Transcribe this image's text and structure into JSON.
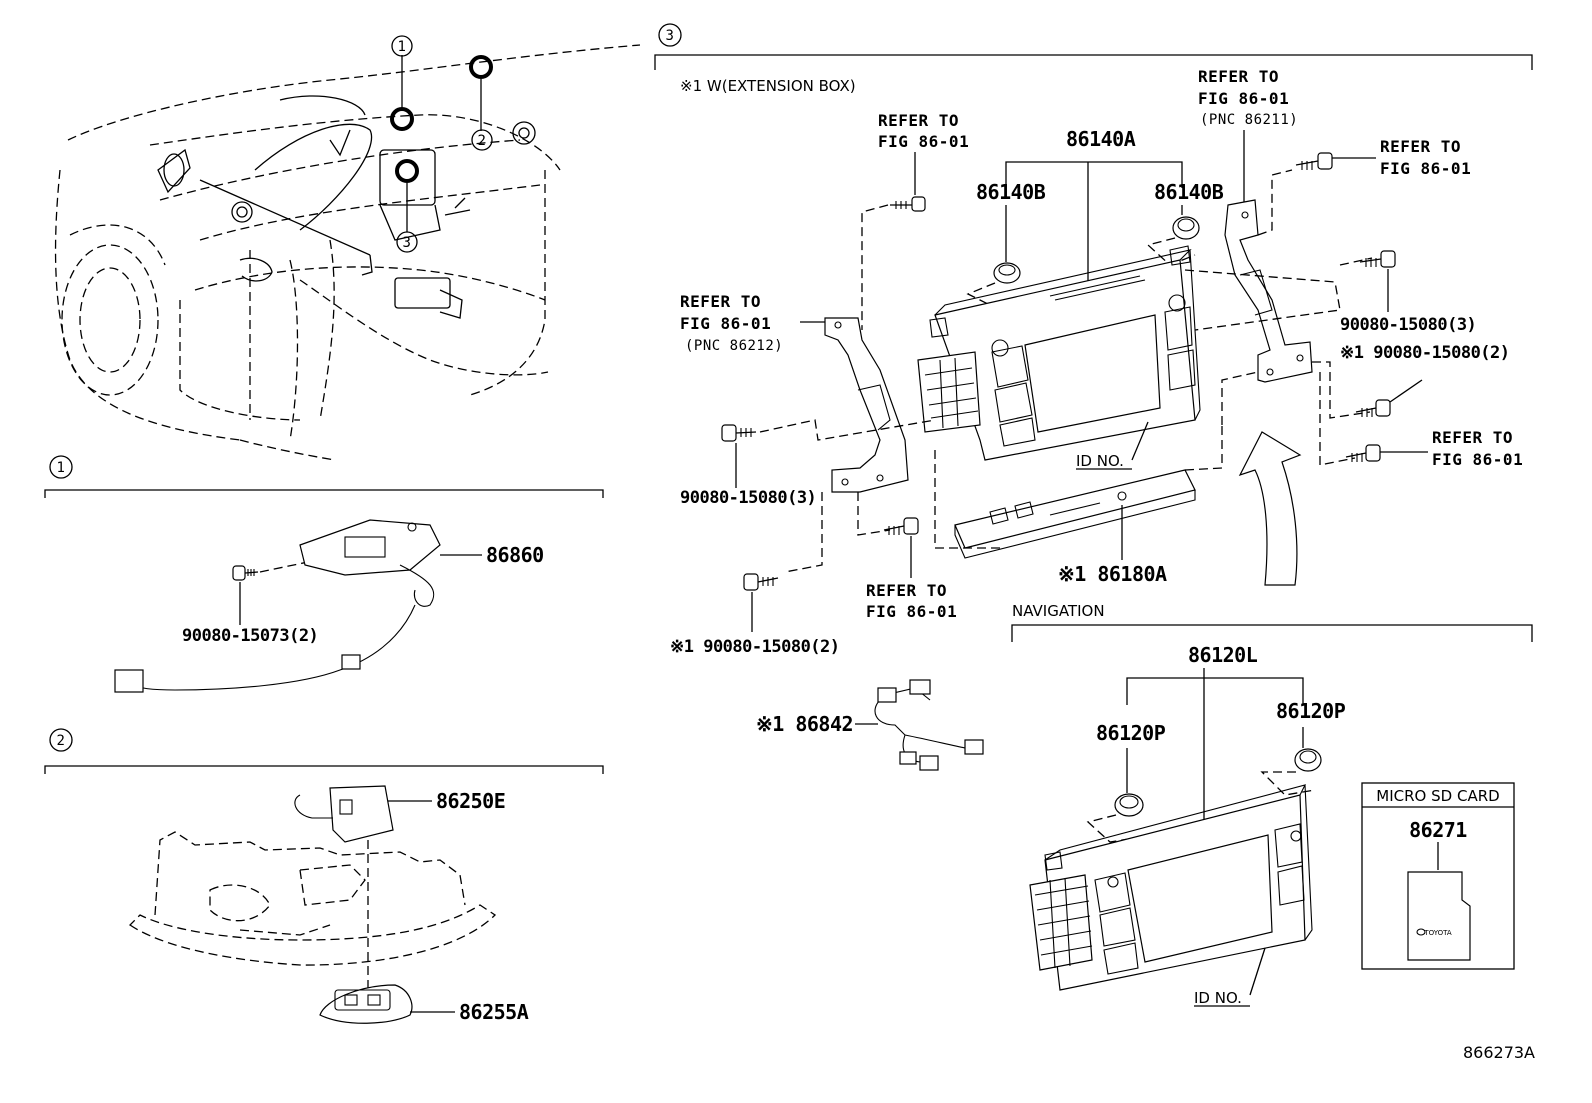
{
  "diagram_code": "866273A",
  "sections": {
    "s1": {
      "marker": "1"
    },
    "s2": {
      "marker": "2"
    },
    "s3": {
      "marker": "3",
      "note": "※1 W(EXTENSION BOX)"
    }
  },
  "overview": {
    "callouts": [
      "1",
      "2",
      "3"
    ]
  },
  "parts": {
    "p86860": "86860",
    "p90080_15073": "90080-15073(2)",
    "p86250E": "86250E",
    "p86255A": "86255A",
    "p86140A": "86140A",
    "p86140B_left": "86140B",
    "p86140B_right": "86140B",
    "p90080_15080_left": "90080-15080(3)",
    "p90080_15080_right": "90080-15080(3)",
    "p90080_15080_x1_left": "※1 90080-15080(2)",
    "p90080_15080_x1_right": "※1 90080-15080(2)",
    "p86180A": "※1 86180A",
    "p86842": "※1 86842",
    "p86120L": "86120L",
    "p86120P_left": "86120P",
    "p86120P_right": "86120P",
    "p86271": "86271"
  },
  "refs": {
    "ref_top_center": {
      "line1": "REFER TO",
      "line2": "FIG 86-01"
    },
    "ref_left": {
      "line1": "REFER TO",
      "line2": "FIG 86-01",
      "pnc": "(PNC 86212)"
    },
    "ref_top_right": {
      "line1": "REFER TO",
      "line2": "FIG 86-01",
      "pnc": "(PNC 86211)"
    },
    "ref_far_right": {
      "line1": "REFER TO",
      "line2": "FIG 86-01"
    },
    "ref_lower_right": {
      "line1": "REFER TO",
      "line2": "FIG 86-01"
    },
    "ref_bottom_center": {
      "line1": "REFER TO",
      "line2": "FIG 86-01"
    }
  },
  "labels": {
    "id_no_upper": "ID NO.",
    "id_no_lower": "ID NO.",
    "navigation": "NAVIGATION",
    "micro_sd_card": "MICRO SD CARD",
    "sd_brand": "TOYOTA"
  }
}
